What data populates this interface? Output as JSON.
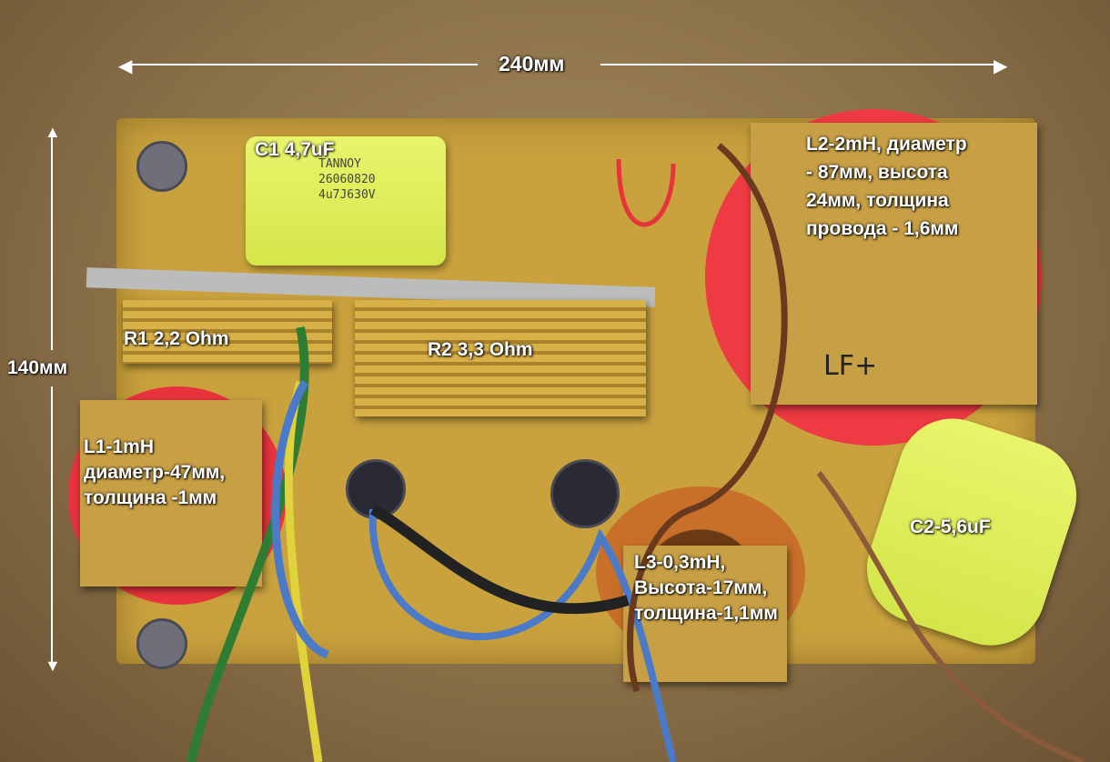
{
  "dimensions": {
    "width_label": "240мм",
    "height_label": "140мм"
  },
  "components": {
    "c1": {
      "label": "C1 4,7uF",
      "marking": [
        "TANNOY",
        "26060820",
        "4u7J630V"
      ]
    },
    "l2": {
      "label": "L2-2mH, диаметр\n- 87мм, высота\n24мм, толщина\nпровода - 1,6мм",
      "handwritten": "LF+"
    },
    "r1": {
      "label": "R1  2,2 Ohm"
    },
    "r2": {
      "label": "R2  3,3 Ohm"
    },
    "l1": {
      "label": "L1-1mH\nдиаметр-47мм,\nтолщина -1мм"
    },
    "l3": {
      "label": "L3-0,3mH,\nВысота-17мм,\nтолщина-1,1мм"
    },
    "c2": {
      "label": "C2-5,6uF"
    }
  },
  "colors": {
    "board": "#c9a23e",
    "coil_red": "#e8333c",
    "coil_copper": "#c8702a",
    "capacitor": "#dfee55"
  }
}
